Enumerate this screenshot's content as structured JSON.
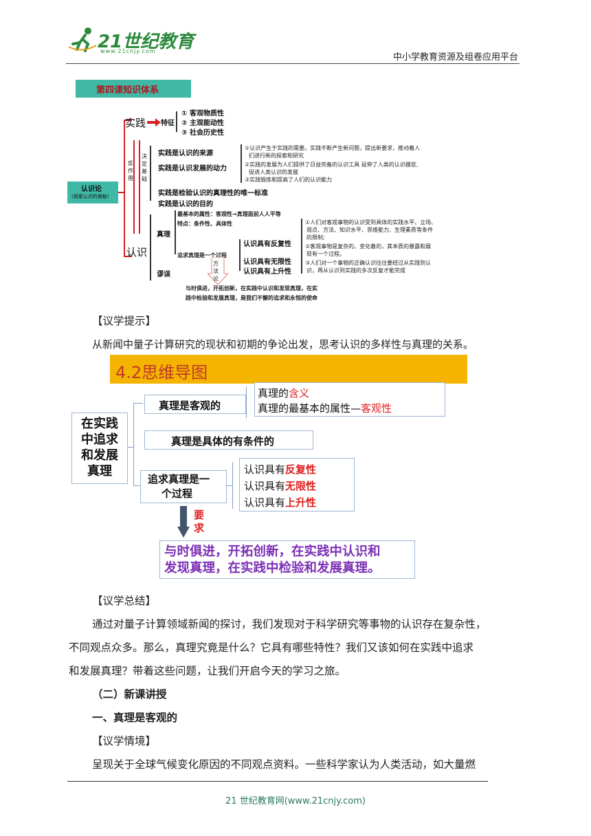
{
  "header": {
    "logo_text": "21世纪教育",
    "logo_url": "www.21cnjy.com",
    "right_text": "中小学教育资源及组卷应用平台"
  },
  "diagram1": {
    "title": "第四课知识体系",
    "root": "认识论",
    "root_sub": "(探索认识的奥秘)",
    "practice": "实践",
    "feature": "特征",
    "features": [
      "① 客观物质性",
      "② 主观能动性",
      "③ 社会历史性"
    ],
    "reaction": "反作用",
    "decisive": "决定 基础",
    "roles": [
      "实践是认识的来源",
      "实践是认识发展的动力",
      "实践是检验认识的真理性的唯一标准",
      "实践是认识的目的"
    ],
    "role_notes": [
      "①认识产生于实践的需要。实践不断产生新问题，提出新要求，推动着人",
      "们进行新的探索和研究",
      "②实践的发展为人们提供了日益完备的认识工具 延伸了人类的认识器官,",
      "促进人类认识的发展",
      "③实践锻炼和提高了人们的认识能力"
    ],
    "cognition": "认识",
    "truth": "真理",
    "error": "谬误",
    "truth_attrs": [
      "最基本的属性：客观性→真理面前人人平等",
      "特点：条件性、具体性"
    ],
    "pursue": "追求真理是一个过程",
    "pursue_items": [
      "认识具有反复性",
      "认识具有无限性",
      "认识具有上升性"
    ],
    "pursue_notes": [
      "①人们对客观事物的认识受到具体的实践水平、立场、",
      "观点、方法、知识水平、思维能力、生理素质等条件",
      "的限制;",
      "②客观事物是复杂的、变化着的，其本质的暴露和展",
      "现有一个过程。",
      "③人们对一个事物的正确认识往往要经过从实践到认",
      "识，再从认识到实践的多次反复才能完成"
    ],
    "method": "方法论",
    "conclusion": [
      "与时俱进，开拓创新，在实践中认识和发现真理，在实",
      "践中检验和发展真理，是我们不懈的追求和永恒的使命"
    ]
  },
  "section_tip_label": "【议学提示】",
  "section_tip_text": "从新闻中量子计算研究的现状和初期的争论出发，思考认识的多样性与真理的关系。",
  "diagram2": {
    "banner": "4.2思维导图",
    "root": [
      "在实践",
      "中追求",
      "和发展",
      "真理"
    ],
    "branch1": "真理是客观的",
    "branch1_a_prefix": "真理的",
    "branch1_a_key": "含义",
    "branch1_b_prefix": "真理的最基本的属性—",
    "branch1_b_key": "客观性",
    "branch2": "真理是具体的有条件的",
    "branch3": [
      "追求真理是一",
      "个过程"
    ],
    "items_prefix": "认识具有",
    "items_keys": [
      "反复性",
      "无限性",
      "上升性"
    ],
    "require": [
      "要",
      "求"
    ],
    "result": [
      "与时俱进，开拓创新，在实践中认识和",
      "发现真理，在实践中检验和发展真理。"
    ]
  },
  "summary_label": "【议学总结】",
  "summary_lines": [
    "通过对量子计算领域新闻的探讨，我们发现对于科学研究等事物的认识存在复杂性，",
    "不同观点众多。那么，真理究竟是什么？它具有哪些特性？我们又该如何在实践中追求",
    "和发展真理？带着这些问题，让我们开启今天的学习之旅。"
  ],
  "new_lesson": "（二）新课讲授",
  "section_one": "一、真理是客观的",
  "situation_label": "【议学情境】",
  "situation_text": "呈现关于全球气候变化原因的不同观点资料。一些科学家认为人类活动，如大量燃",
  "footer": "21 世纪教育网(www.21cnjy.com)",
  "colors": {
    "green": "#2a8a3a",
    "banner": "#f4b400",
    "red": "#e02020",
    "purple": "#7b2fb5",
    "diagram_title_bg": "#3fb8a6"
  }
}
